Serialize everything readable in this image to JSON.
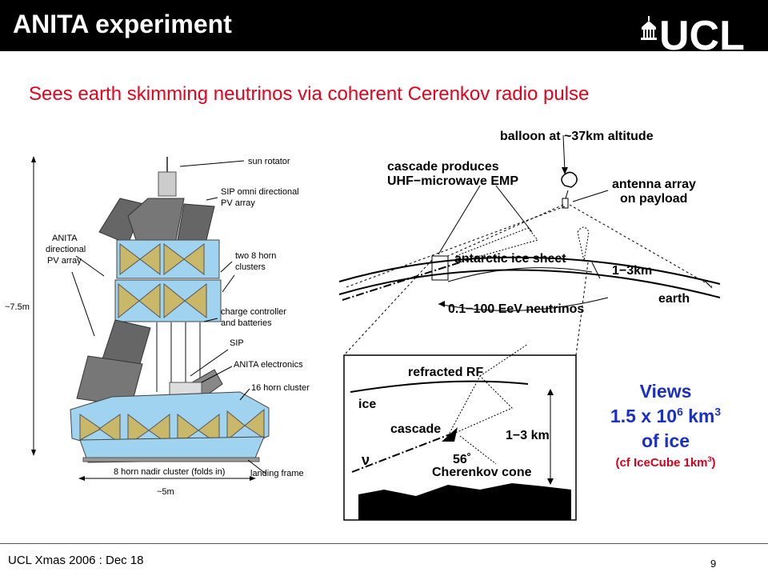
{
  "header": {
    "title": "ANITA experiment",
    "logo_text": "UCL"
  },
  "subtitle": "Sees earth skimming neutrinos via coherent Cerenkov radio pulse",
  "payload_diagram": {
    "labels": {
      "sun_rotator": "sun rotator",
      "sip_omni_1": "SIP omni directional",
      "sip_omni_2": "PV array",
      "anita_dir_1": "ANITA",
      "anita_dir_2": "directional",
      "anita_dir_3": "PV array",
      "horn8_1": "two 8 horn",
      "horn8_2": "clusters",
      "height": "~7.5m",
      "charge_1": "charge controller",
      "charge_2": "and batteries",
      "sip": "SIP",
      "electronics": "ANITA electronics",
      "horn16": "16 horn cluster",
      "nadir": "8 horn nadir cluster (folds in)",
      "landing": "landing frame",
      "width": "~5m"
    }
  },
  "detection_diagram": {
    "labels": {
      "balloon": "balloon at ~37km altitude",
      "cascade_1": "cascade produces",
      "cascade_2": "UHF−microwave EMP",
      "antenna_1": "antenna array",
      "antenna_2": "on payload",
      "ice_sheet": "antarctic ice sheet",
      "depth": "1−3km",
      "earth": "earth",
      "neutrinos": "0.1−100 EeV neutrinos"
    }
  },
  "inset_diagram": {
    "labels": {
      "refracted": "refracted RF",
      "ice": "ice",
      "cascade": "cascade",
      "depth": "1−3 km",
      "angle": "56˚",
      "nu": "ν",
      "cone": "Cherenkov cone"
    }
  },
  "views": {
    "line1": "Views",
    "line2_pre": "1.5 x 10",
    "line2_exp": "6",
    "line2_unit": " km",
    "line2_unit_exp": "3",
    "line3": "of ice",
    "line4_pre": "(cf IceCube 1km",
    "line4_exp": "3",
    "line4_post": ")"
  },
  "footer": {
    "left": "UCL Xmas 2006 : Dec 18",
    "page_number": "9"
  },
  "colors": {
    "header_bg": "#000000",
    "subtitle": "#e8001c",
    "views_text": "#1a2ec8",
    "views_note": "#d8001a"
  }
}
